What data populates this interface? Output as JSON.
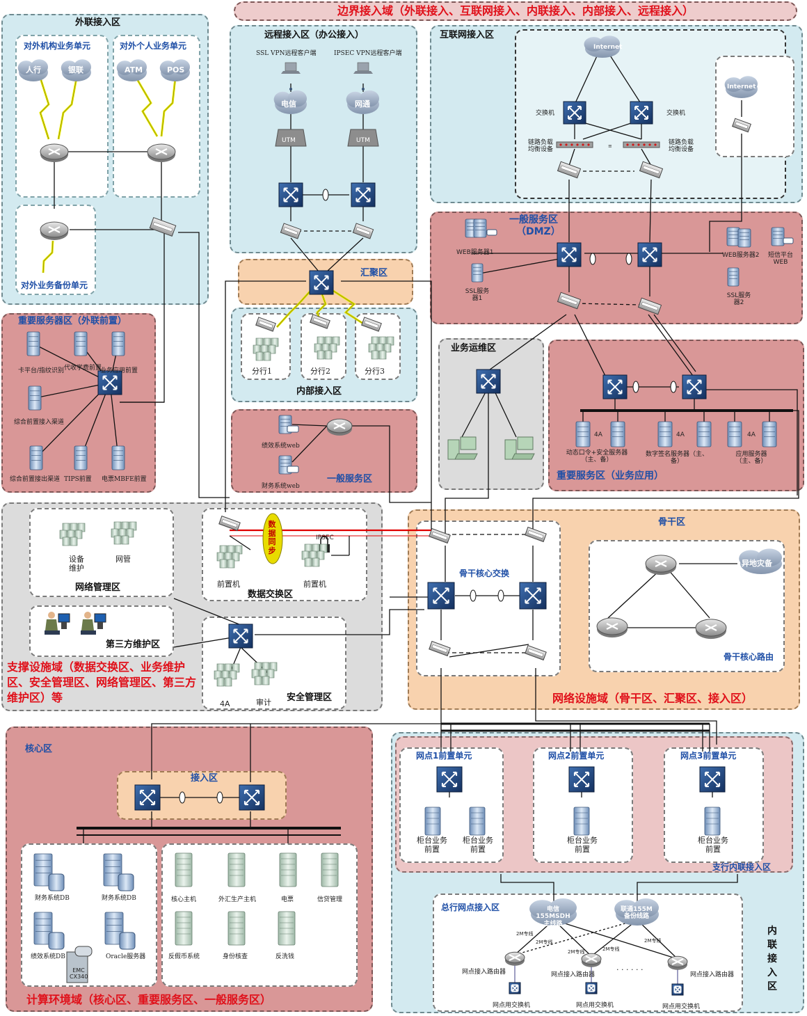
{
  "banner_title": "边界接入域（外联接入、互联网接入、内联接入、内部接入、远程接入）",
  "zones": {
    "external_access": "外联接入区",
    "ext_org_unit": "对外机构业务单元",
    "ext_personal_unit": "对外个人业务单元",
    "ext_backup_unit": "对外业务备份单元",
    "remote_access": "远程接入区（办公接入）",
    "internet_access": "互联网接入区",
    "aggregation": "汇聚区",
    "internal_access": "内部接入区",
    "general_service_dmz": "一般服务区",
    "dmz_sub": "（DMZ）",
    "important_servers_ext": "重要服务器区（外联前置）",
    "general_service": "一般服务区",
    "business_ops": "业务运维区",
    "important_service_app": "重要服务区（业务应用）",
    "backbone": "骨干区",
    "network_mgmt": "网络管理区",
    "data_exchange": "数据交换区",
    "third_party": "第三方维护区",
    "security_mgmt": "安全管理区",
    "support_domain": "支撑设施域（数据交换区、业务维护区、安全管理区、网络管理区、第三方维护区）等",
    "network_domain": "网络设施域（骨干区、汇聚区、接入区）",
    "core": "核心区",
    "access": "接入区",
    "branch_internal": "支行内联接入区",
    "hq_outlet_access": "总行网点接入区",
    "internal_link_access": "内联接入区",
    "compute_domain": "计算环境域（核心区、重要服务区、一般服务区）"
  },
  "clouds": {
    "renhang": "人行",
    "yinlian": "银联",
    "atm": "ATM",
    "pos": "POS",
    "dianxin": "电信",
    "wangtong": "网通",
    "internet1": "Internet",
    "internet2": "Internet",
    "yidi": "异地灾备",
    "telecom_line": "电信155MSDH主线路",
    "unicom_line": "联通155M备份线路"
  },
  "labels": {
    "ssl_vpn": "SSL VPN远程客户端",
    "ipsec_vpn": "IPSEC VPN远程客户端",
    "utm1": "UTM",
    "utm2": "UTM",
    "switch_left": "交换机",
    "switch_right": "交换机",
    "lb_left": "链路负载均衡设备",
    "lb_right": "链路负载均衡设备",
    "web1": "WEB服务器1",
    "ssl1": "SSL服务器1",
    "web2": "WEB服务器2",
    "ssl2": "SSL服务器2",
    "sms_web": "短信平台WEB",
    "branch1": "分行1",
    "branch2": "分行2",
    "branch3": "分行3",
    "card_platform": "卡平台/指纹识别",
    "proxy_check": "代收学费前置",
    "biz_app_front": "业务应用前置",
    "integrated_front": "综合前置接入渠道",
    "integrated_front_out": "综合前置接出渠道",
    "tips": "TIPS前置",
    "mbfe": "电票MBFE前置",
    "perf_web": "绩效系统web",
    "fin_web": "财务系统web",
    "otp": "动态口令+安全服务器（主、备）",
    "digital_sign": "数字签名服务器（主、备）",
    "app_server": "应用服务器（主、备）",
    "four_a_1": "4A",
    "four_a_2": "4A",
    "four_a_3": "4A",
    "device_maint": "设备维护",
    "netmgmt": "网管",
    "front1": "前置机",
    "front2": "前置机",
    "data_sync": "数据同步",
    "ipsec": "IPSEC",
    "backbone_core_switch": "骨干核心交换",
    "backbone_core_router": "骨干核心路由",
    "four_a_sec": "4A",
    "audit": "审计",
    "outlet1": "网点1前置单元",
    "outlet2": "网点2前置单元",
    "outlet3": "网点3前置单元",
    "counter1a": "柜台业务前置",
    "counter1b": "柜台业务前置",
    "counter2": "柜台业务前置",
    "counter3": "柜台业务前置",
    "fin_db": "财务系统DB",
    "fin_db2": "财务系统DB",
    "perf_db": "绩效系统DB",
    "oracle": "Oracle服务器",
    "emc": "EMC CX340",
    "core_host": "核心主机",
    "fx_host": "外汇生产主机",
    "tickets": "电票",
    "credit": "信贷管理",
    "anti_counterfeit": "反假币系统",
    "id_check": "身份核查",
    "anti_money": "反洗钱",
    "line_2m_1": "2M专线",
    "line_2m_2": "2M专线",
    "line_2m_3": "2M专线",
    "line_2m_4": "2M专线",
    "line_2m_5": "2M专线",
    "outlet_router_1": "网点接入路由器",
    "outlet_router_2": "网点接入路由器",
    "outlet_router_3": "网点接入路由器",
    "outlet_switch_1": "网点用交换机",
    "outlet_switch_2": "网点用交换机",
    "outlet_switch_3": "网点用交换机",
    "dots": "· · · · · ·"
  },
  "colors": {
    "blue_zone": "#d3eaf0",
    "red_zone": "#d99797",
    "orange_zone": "#f8d2ae",
    "grey_zone": "#dcdcdc",
    "title_red": "#e0101a",
    "title_blue": "#1f4fa6"
  }
}
